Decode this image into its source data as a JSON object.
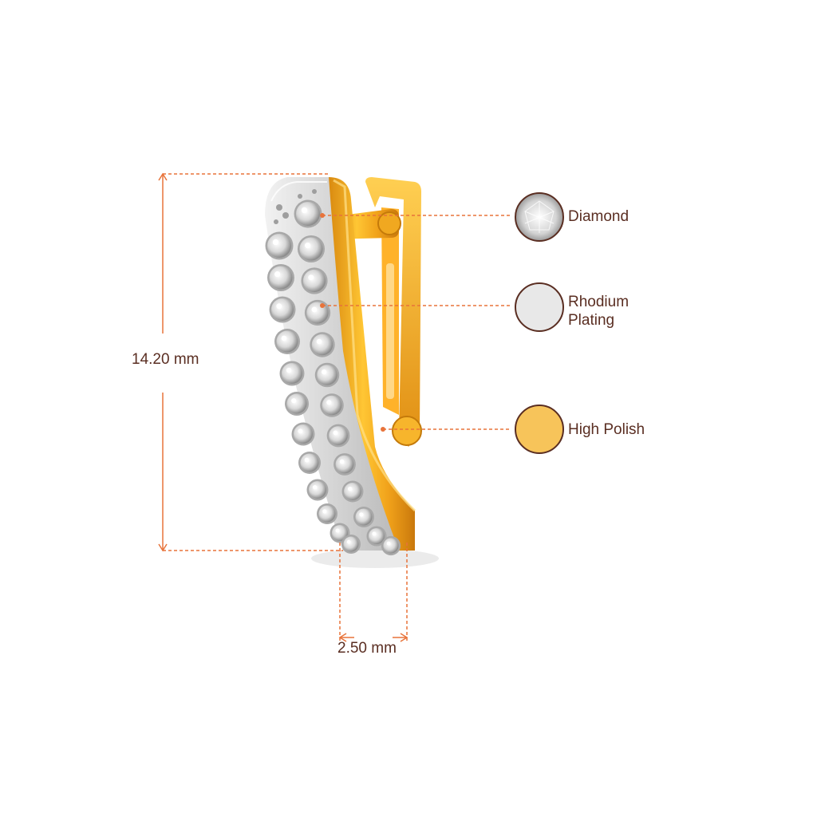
{
  "dimensions": {
    "height": "14.20 mm",
    "width": "2.50 mm"
  },
  "legend": [
    {
      "line1": "Diamond",
      "line2": "",
      "swatch": "diamond-swatch"
    },
    {
      "line1": "Rhodium",
      "line2": "Plating",
      "swatch_color": "#e8e8e8"
    },
    {
      "line1": "High Polish",
      "line2": "",
      "swatch_color": "#f7c45a"
    }
  ],
  "colors": {
    "guide_line": "#e8733a",
    "text": "#5a2e22",
    "gold": "#f5a623",
    "gold_dark": "#d4860f",
    "rhodium": "#dcdcdc"
  }
}
